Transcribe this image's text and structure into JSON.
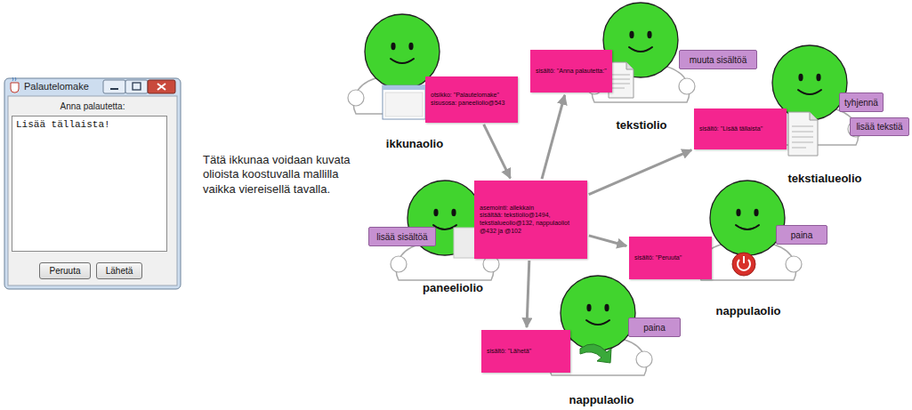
{
  "diagram": {
    "nodes": [
      {
        "text": [
          "Palautelomake",
          "Anna palautetta:"
        ]
      },
      {
        "text": [
          "Lisää tällaista!"
        ],
        "in": 0
      },
      {
        "text": [
          "Peruuta"
        ],
        "in": 0
      },
      {
        "text": [
          "Lähetä"
        ],
        "in": 0
      },
      {
        "text": [
          "otsikko: \"Palautelomake\"",
          "sisusosa: paneeliolio@543"
        ]
      },
      {
        "text": [
          "sisältö: \"Anna palautetta:\""
        ]
      },
      {
        "text": [
          "muuta sisältöä"
        ]
      },
      {
        "text": [
          "sisältö: \"Lisää tällaista\""
        ]
      },
      {
        "text": [
          "tyhjennä"
        ]
      },
      {
        "text": [
          "lisää tekstiä"
        ]
      },
      {
        "text": [
          "asemointi: allekkain",
          "sisältää: tekstiolio@1494, tekstialueolio@132, nappulaoliot @432 ja @102"
        ]
      },
      {
        "text": [
          "lisää sisältöä"
        ]
      },
      {
        "text": [
          "sisältö: \"Peruuta\""
        ]
      },
      {
        "text": [
          "paina"
        ]
      },
      {
        "text": [
          "sisältö: \"Lähetä\""
        ]
      },
      {
        "text": [
          "paina"
        ]
      }
    ],
    "edges": [
      {
        "from": 4,
        "to": 10,
        "arrow": "to"
      },
      {
        "from": 10,
        "to": 5,
        "arrow": "to"
      },
      {
        "from": 10,
        "to": 7,
        "arrow": "to"
      },
      {
        "from": 10,
        "to": 12,
        "arrow": "to"
      },
      {
        "from": 10,
        "to": 14,
        "arrow": "to"
      }
    ],
    "labels": [
      "Tätä ikkunaa voidaan kuvata olioista koostuvalla mallilla vaikka viereisellä tavalla.",
      "ikkunaolio",
      "tekstiolio",
      "tekstialueolio",
      "paneeliolio",
      "nappulaolio",
      "nappulaolio"
    ]
  }
}
